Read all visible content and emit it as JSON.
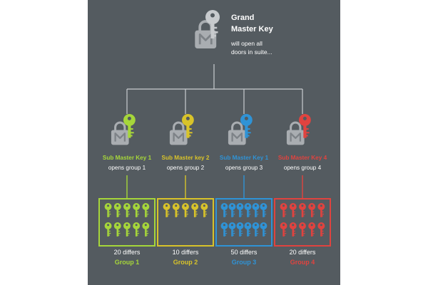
{
  "grand_master": {
    "title_line1": "Grand",
    "title_line2": "Master Key",
    "desc_line1": "will open all",
    "desc_line2": "doors in suite..."
  },
  "sub_masters": [
    {
      "name": "Sub Master Key 1",
      "desc": "opens group 1",
      "color": "#a6d63a",
      "differs": "20 differs",
      "group": "Group 1"
    },
    {
      "name": "Sub Master key 2",
      "desc": "opens group 2",
      "color": "#d8c32a",
      "differs": "10 differs",
      "group": "Group 2"
    },
    {
      "name": "Sub Master Key 1",
      "desc": "opens group 3",
      "color": "#2f93d6",
      "differs": "50 differs",
      "group": "Group 3"
    },
    {
      "name": "Sub Master Key 4",
      "desc": "opens group 4",
      "color": "#e0433f",
      "differs": "20 differs",
      "group": "Group 4"
    }
  ],
  "colors": {
    "background": "#545b60",
    "lines": "#c9cdd0",
    "grand_key": "#c7cacd",
    "padlock": "#a9adb1"
  },
  "icons": [
    "padlock-icon",
    "key-icon"
  ]
}
